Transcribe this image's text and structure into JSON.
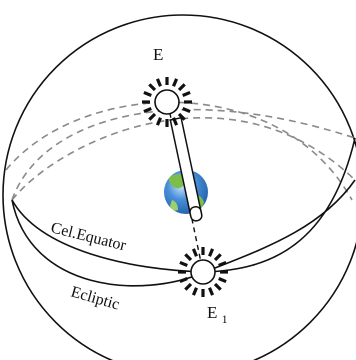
{
  "labels": {
    "top_sun": "E",
    "bottom_sun": "E",
    "bottom_sun_subscript": "1",
    "celestial_equator": "Cel.Equator",
    "ecliptic": "Ecliptic"
  },
  "colors": {
    "line": "#111111",
    "dashed": "#8a8a8a",
    "earth_ocean": "#4a90d9",
    "earth_land": "#7bbf4a"
  },
  "icons": {
    "sun": "sun-icon",
    "earth": "earth-icon"
  }
}
